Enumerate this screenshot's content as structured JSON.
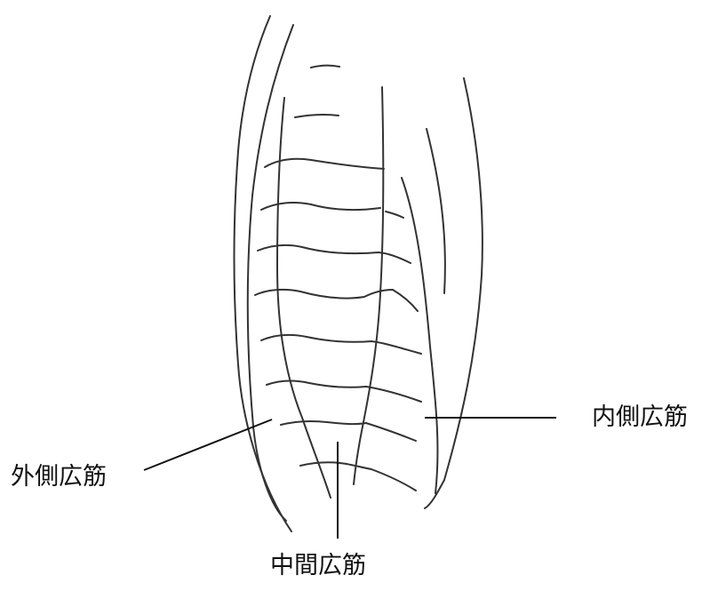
{
  "labels": {
    "medial": "内側広筋",
    "lateral": "外側広筋",
    "intermedius": "中間広筋"
  },
  "colors": {
    "ink": "#111111",
    "stroke": "#333333"
  }
}
